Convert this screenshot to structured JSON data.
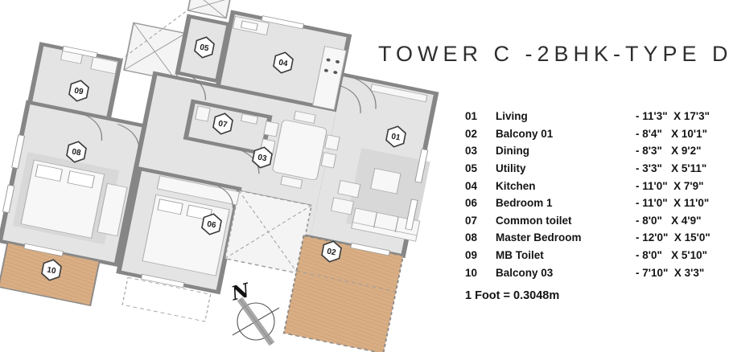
{
  "title": "TOWER C -2BHK-TYPE D",
  "legend": {
    "rows": [
      {
        "no": "01",
        "name": "Living",
        "dim": "- 11'3\"  X 17'3\""
      },
      {
        "no": "02",
        "name": "Balcony 01",
        "dim": "- 8'4\"   X 10'1\""
      },
      {
        "no": "03",
        "name": "Dining",
        "dim": "- 8'3\"   X 9'2\""
      },
      {
        "no": "05",
        "name": "Utility",
        "dim": "- 3'3\"   X 5'11\""
      },
      {
        "no": "04",
        "name": "Kitchen",
        "dim": "- 11'0\"  X 7'9\""
      },
      {
        "no": "06",
        "name": "Bedroom 1",
        "dim": "- 11'0\"  X 11'0\""
      },
      {
        "no": "07",
        "name": "Common toilet",
        "dim": "- 8'0\"   X 4'9\""
      },
      {
        "no": "08",
        "name": "Master Bedroom",
        "dim": "- 12'0\"  X 15'0\""
      },
      {
        "no": "09",
        "name": "MB Toilet",
        "dim": "- 8'0\"   X 5'10\""
      },
      {
        "no": "10",
        "name": "Balcony 03",
        "dim": "- 7'10\"  X 3'3\""
      }
    ],
    "scale_note": "1 Foot = 0.3048m"
  },
  "compass": {
    "label": "N"
  },
  "plan": {
    "rooms": [
      {
        "id": "01",
        "name": "Living"
      },
      {
        "id": "02",
        "name": "Balcony 01"
      },
      {
        "id": "03",
        "name": "Dining"
      },
      {
        "id": "04",
        "name": "Kitchen"
      },
      {
        "id": "05",
        "name": "Utility"
      },
      {
        "id": "06",
        "name": "Bedroom 1"
      },
      {
        "id": "07",
        "name": "Common toilet"
      },
      {
        "id": "08",
        "name": "Master Bedroom"
      },
      {
        "id": "09",
        "name": "MB Toilet"
      },
      {
        "id": "10",
        "name": "Balcony 03"
      }
    ]
  },
  "colors": {
    "balcony": "#d9ae85",
    "floor": "#e4e4e4",
    "wall": "#868686"
  }
}
